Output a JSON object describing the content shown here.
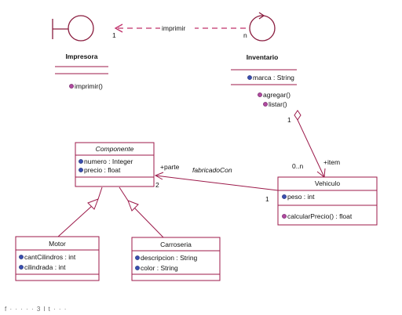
{
  "diagram": {
    "colors": {
      "line": "#9c1a4a",
      "attribute_icon": "#3a4fb0",
      "operation_icon": "#b04aa0"
    },
    "impresora": {
      "name": "Impresora",
      "operation": "imprimir()"
    },
    "inventario": {
      "name": "Inventario",
      "attribute": "marca : String",
      "operations": [
        "agregar()",
        "listar()"
      ]
    },
    "dependency": {
      "label": "imprimir",
      "mult_impresora": "1",
      "mult_inventario": "n"
    },
    "aggregation": {
      "mult_inventario": "1",
      "mult_vehiculo": "0..n",
      "role": "+item"
    },
    "componente": {
      "name": "Componente",
      "attributes": [
        "numero : Integer",
        "precio : float"
      ]
    },
    "vehiculo": {
      "name": "Vehiculo",
      "attribute": "peso : int",
      "operation": "calcularPrecio() : float"
    },
    "association": {
      "label": "fabricadoCon",
      "role": "+parte",
      "mult_componente": "2",
      "mult_vehiculo": "1"
    },
    "motor": {
      "name": "Motor",
      "attributes": [
        "cantCilindros : int",
        "cilindrada : int"
      ]
    },
    "carroseria": {
      "name": "Carroseria",
      "attributes": [
        "descripcion : String",
        "color : String"
      ]
    }
  },
  "footer": {
    "text": "f · · · · · 3 l t · · ·"
  }
}
